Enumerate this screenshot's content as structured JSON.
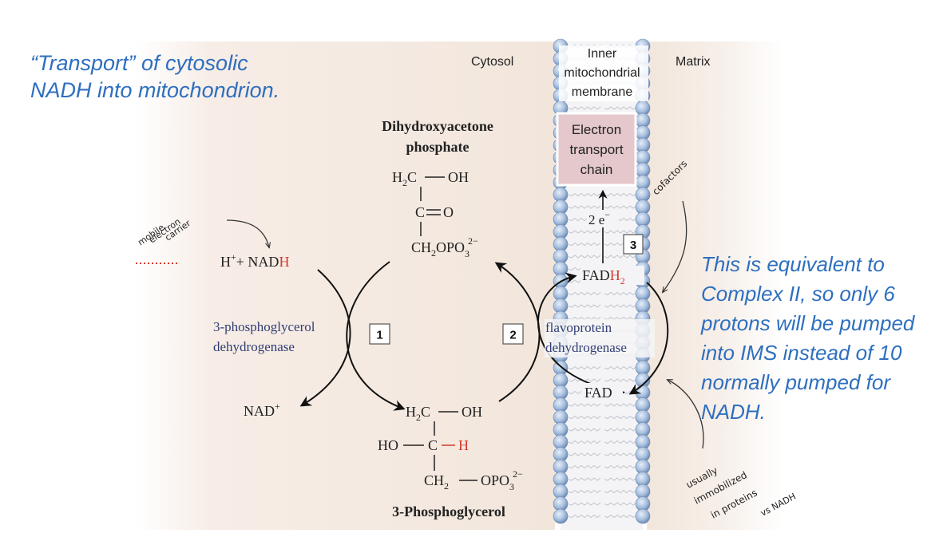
{
  "notes": {
    "title_line1": "“Transport” of cytosolic",
    "title_line2": "NADH into mitochondrion.",
    "right_lines": [
      "This is equivalent to",
      "Complex II, so only 6",
      "protons will be pumped",
      "into IMS instead of 10",
      "normally pumped for",
      "NADH."
    ],
    "hand_mobile": [
      "mobile",
      "electron",
      "carrier"
    ],
    "hand_cofactors": "cofactors",
    "hand_usually": [
      "usually",
      "immobilized",
      "in proteins",
      "vs NADH"
    ]
  },
  "regions": {
    "cytosol": "Cytosol",
    "matrix": "Matrix",
    "membrane": [
      "Inner",
      "mitochondrial",
      "membrane"
    ],
    "etc": [
      "Electron",
      "transport",
      "chain"
    ]
  },
  "molecules": {
    "dhap_name": [
      "Dihydroxyacetone",
      "phosphate"
    ],
    "g3p_name": "3-Phosphoglycerol",
    "dhap_rows": {
      "r1a": "H",
      "r1sub": "2",
      "r1b": "C",
      "r1c": "OH",
      "r2": "C",
      "r2b": "O",
      "r3a": "CH",
      "r3sub": "2",
      "r3b": "OPO",
      "r3sub2": "3",
      "r3sup": "2−"
    },
    "g3p_rows": {
      "r1a": "H",
      "r1sub": "2",
      "r1b": "C",
      "r1c": "OH",
      "r2a": "HO",
      "r2b": "C",
      "r2c": "H",
      "r3a": "CH",
      "r3sub": "2",
      "r3b": "OPO",
      "r3sub2": "3",
      "r3sup": "2−"
    }
  },
  "reactants": {
    "nadh_prefix": "H",
    "nadh_plus": "+",
    "nadh_mid": "+ NAD",
    "nadh_h": "H",
    "nad": "NAD",
    "nad_plus": "+",
    "fadh_prefix": "FAD",
    "fadh_h": "H",
    "fadh_sub": "2",
    "fad": "FAD",
    "electrons": "2 e",
    "electrons_sup": "−"
  },
  "enzymes": {
    "enzyme1": [
      "3-phosphoglycerol",
      "dehydrogenase"
    ],
    "enzyme2": [
      "flavoprotein",
      "dehydrogenase"
    ]
  },
  "steps": [
    "1",
    "2",
    "3"
  ],
  "colors": {
    "note_blue": "#2e6fbf",
    "h_red": "#d23a2e",
    "enzyme_navy": "#2f3d73",
    "cytosol_bg": "#f4e8df",
    "etc_box": "#e4c8cc",
    "bead": "#a7bfde"
  }
}
